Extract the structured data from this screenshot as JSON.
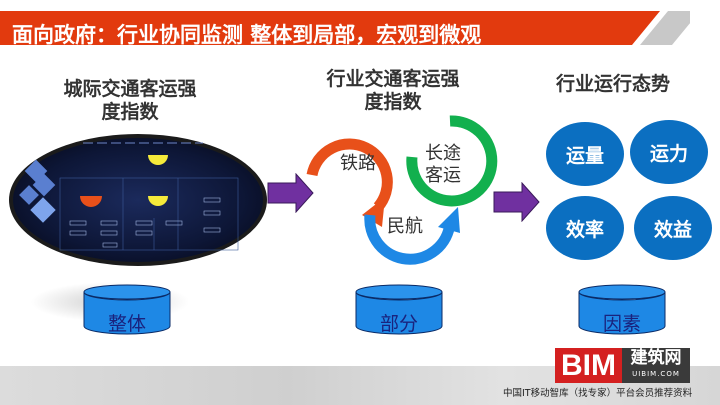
{
  "banner": {
    "title": "面向政府：行业协同监测   整体到局部，宏观到微观",
    "color": "#e23a0e",
    "accent": "#c8c8c8"
  },
  "columns": [
    {
      "title_line1": "城际交通客运强",
      "title_line2": "度指数"
    },
    {
      "title_line1": "行业交通客运强",
      "title_line2": "度指数"
    },
    {
      "title_line1": "行业运行态势"
    }
  ],
  "cycle": {
    "items": [
      {
        "label": "铁路",
        "color": "#e8501a"
      },
      {
        "label_line1": "长途",
        "label_line2": "客运",
        "color": "#12b04e"
      },
      {
        "label": "民航",
        "color": "#1e88e5"
      }
    ]
  },
  "bubbles": [
    {
      "label": "运量"
    },
    {
      "label": "运力"
    },
    {
      "label": "效率"
    },
    {
      "label": "效益"
    }
  ],
  "cylinders": [
    {
      "label": "整体"
    },
    {
      "label": "部分"
    },
    {
      "label": "因素"
    }
  ],
  "arrow_color": "#7030a0",
  "logo": {
    "main": "BIM",
    "cn": "建筑网",
    "en": "UIBIM.COM"
  },
  "footer": {
    "text": "中国IT移动智库（找专家）平台会员推荐资料"
  }
}
